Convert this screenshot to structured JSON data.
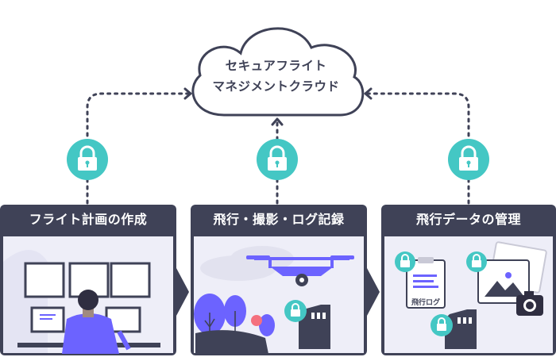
{
  "cloud": {
    "line1": "セキュアフライト",
    "line2": "マネジメントクラウド"
  },
  "panels": [
    {
      "title": "フライト計画の作成"
    },
    {
      "title": "飛行・撮影・ログ記録"
    },
    {
      "title": "飛行データの管理"
    }
  ],
  "log_document": {
    "label": "飛行ログ"
  },
  "icons": [
    "cloud-icon",
    "lock-icon",
    "pilot-workstation-icon",
    "drone-icon",
    "sd-card-icon",
    "tree-icon",
    "document-icon",
    "photo-icon",
    "camera-icon"
  ],
  "colors": {
    "navy": "#3f4257",
    "teal": "#44c7c4",
    "purple": "#6c63ff",
    "panel_bg": "#eeeef8",
    "pink": "#f4707e"
  }
}
